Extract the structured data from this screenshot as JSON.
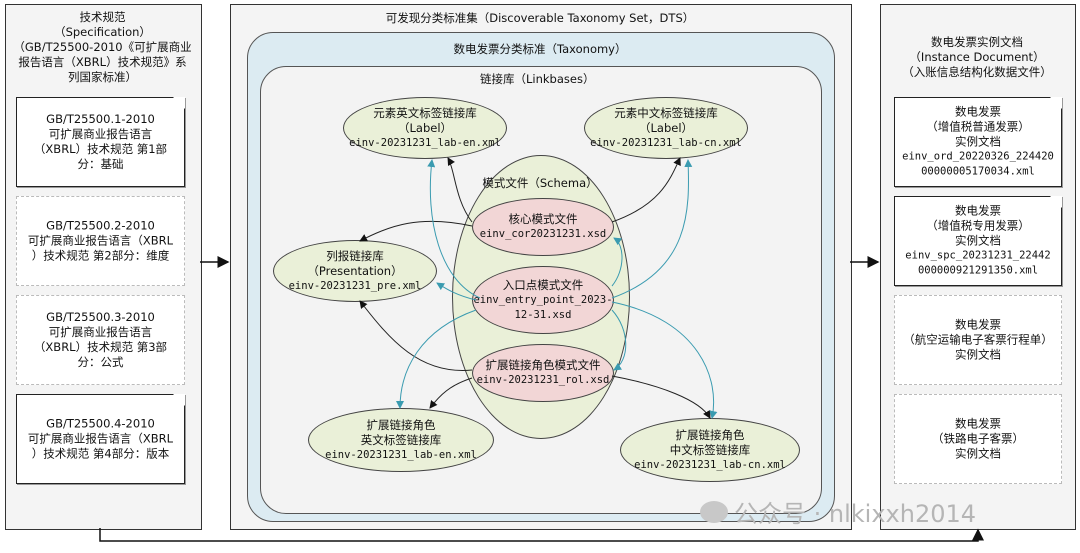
{
  "left": {
    "title": [
      "技术规范",
      "（Specification）",
      "（GB/T25500-2010《可扩展商业",
      "报告语言（XBRL）技术规范》系",
      "列国家标准）"
    ],
    "docs": [
      [
        "GB/T25500.1-2010",
        "可扩展商业报告语言",
        "（XBRL）技术规范 第1部",
        "分：基础"
      ],
      [
        "GB/T25500.2-2010",
        "可扩展商业报告语言（XBRL",
        "）技术规范 第2部分：维度"
      ],
      [
        "GB/T25500.3-2010",
        "可扩展商业报告语言",
        "（XBRL）技术规范 第3部",
        "分：公式"
      ],
      [
        "GB/T25500.4-2010",
        "可扩展商业报告语言（XBRL",
        "）技术规范 第4部分：版本"
      ]
    ]
  },
  "middle": {
    "title": "可发现分类标准集（Discoverable Taxonomy Set，DTS）",
    "taxonomy_label": "数电发票分类标准（Taxonomy）",
    "linkbases_label": "链接库（Linkbases）",
    "schema_label": "模式文件（Schema）",
    "label_en": [
      "元素英文标签链接库",
      "（Label）",
      "einv-20231231_lab-en.xml"
    ],
    "label_cn": [
      "元素中文标签链接库",
      "（Label）",
      "einv-20231231_lab-cn.xml"
    ],
    "presentation": [
      "列报链接库",
      "（Presentation）",
      "einv-20231231_pre.xml"
    ],
    "ext_label_en": [
      "扩展链接角色",
      "英文标签链接库",
      "einv-20231231_lab-en.xml"
    ],
    "ext_label_cn": [
      "扩展链接角色",
      "中文标签链接库",
      "einv-20231231_lab-cn.xml"
    ],
    "core_schema": [
      "核心模式文件",
      "einv_cor20231231.xsd"
    ],
    "entry_schema": [
      "入口点模式文件",
      "einv_entry_point_2023-",
      "12-31.xsd"
    ],
    "role_schema": [
      "扩展链接角色模式文件",
      "einv-20231231_rol.xsd"
    ]
  },
  "right": {
    "title": [
      "数电发票实例文档",
      "（Instance Document）",
      "（入账信息结构化数据文件）"
    ],
    "docs": [
      [
        "数电发票",
        "（增值税普通发票）",
        "实例文档",
        "einv_ord_20220326_224420",
        "00000005170034.xml"
      ],
      [
        "数电发票",
        "（增值税专用发票）",
        "实例文档",
        "einv_spc_20231231_22442",
        "000000921291350.xml"
      ],
      [
        "数电发票",
        "（航空运输电子客票行程单）",
        "实例文档"
      ],
      [
        "数电发票",
        "（铁路电子客票）",
        "实例文档"
      ]
    ]
  },
  "watermark": "公众号 · nlkixxh2014",
  "colors": {
    "taxonomy_fill": "#dcebf2",
    "linkbase_fill": "#f3f3f3",
    "ellipse_green": "#eaf0d8",
    "ellipse_pink": "#f2d6d6",
    "teal_arrow": "#3a9bb0"
  }
}
